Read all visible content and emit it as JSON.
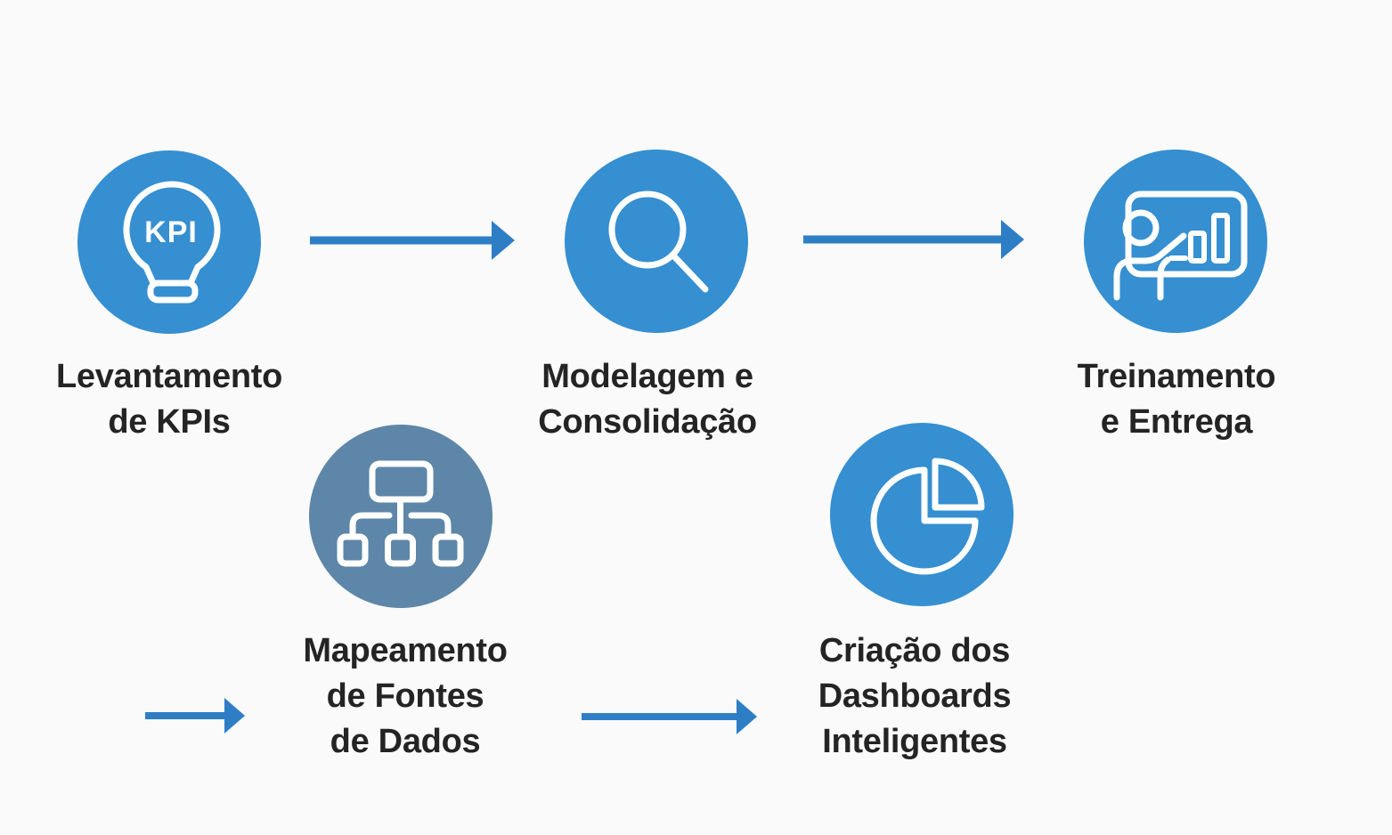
{
  "diagram": {
    "type": "process-flow",
    "language": "pt-BR",
    "colors": {
      "background": "#f9faf9",
      "step_blue": "#358fd1",
      "step_slate": "#5d86a8",
      "arrow": "#2e7ec6",
      "label_text": "#242424",
      "icon_stroke": "#ffffff"
    },
    "steps": [
      {
        "key": "levantamento-de-kpis",
        "icon": "lightbulb-kpi-icon",
        "badge_text": "KPI",
        "circle_color": "#358fd1",
        "lines": [
          "Levantamento",
          "de KPIs"
        ]
      },
      {
        "key": "mapeamento-de-fontes-de-dados",
        "icon": "sitemap-icon",
        "circle_color": "#5d86a8",
        "lines": [
          "Mapeamento",
          "de Fontes",
          "de Dados"
        ]
      },
      {
        "key": "modelagem-e-consolidacao",
        "icon": "magnifier-icon",
        "circle_color": "#358fd1",
        "lines": [
          "Modelagem e",
          "Consolidação"
        ]
      },
      {
        "key": "criacao-dos-dashboards-inteligentes",
        "icon": "pie-chart-icon",
        "circle_color": "#358fd1",
        "lines": [
          "Criação dos",
          "Dashboards",
          "Inteligentes"
        ]
      },
      {
        "key": "treinamento-e-entrega",
        "icon": "presentation-chart-icon",
        "circle_color": "#358fd1",
        "lines": [
          "Treinamento",
          "e Entrega"
        ]
      }
    ]
  }
}
